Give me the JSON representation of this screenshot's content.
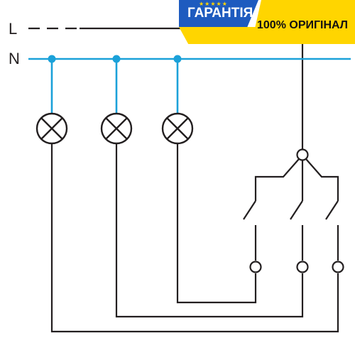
{
  "lines": {
    "live": "L",
    "neutral": "N"
  },
  "badge": {
    "title": "ГАРАНТІЯ",
    "stars": "★★★★★",
    "subtitle": "100% ОРИГІНАЛ"
  },
  "colors": {
    "neutral_wire": "#1ba1d9",
    "wire": "#231f20",
    "badge_blue": "#1e5bbf",
    "badge_yellow": "#ffd500"
  },
  "icons": {
    "lamp": "lamp-cross-icon",
    "switch": "switch-contact-icon"
  }
}
